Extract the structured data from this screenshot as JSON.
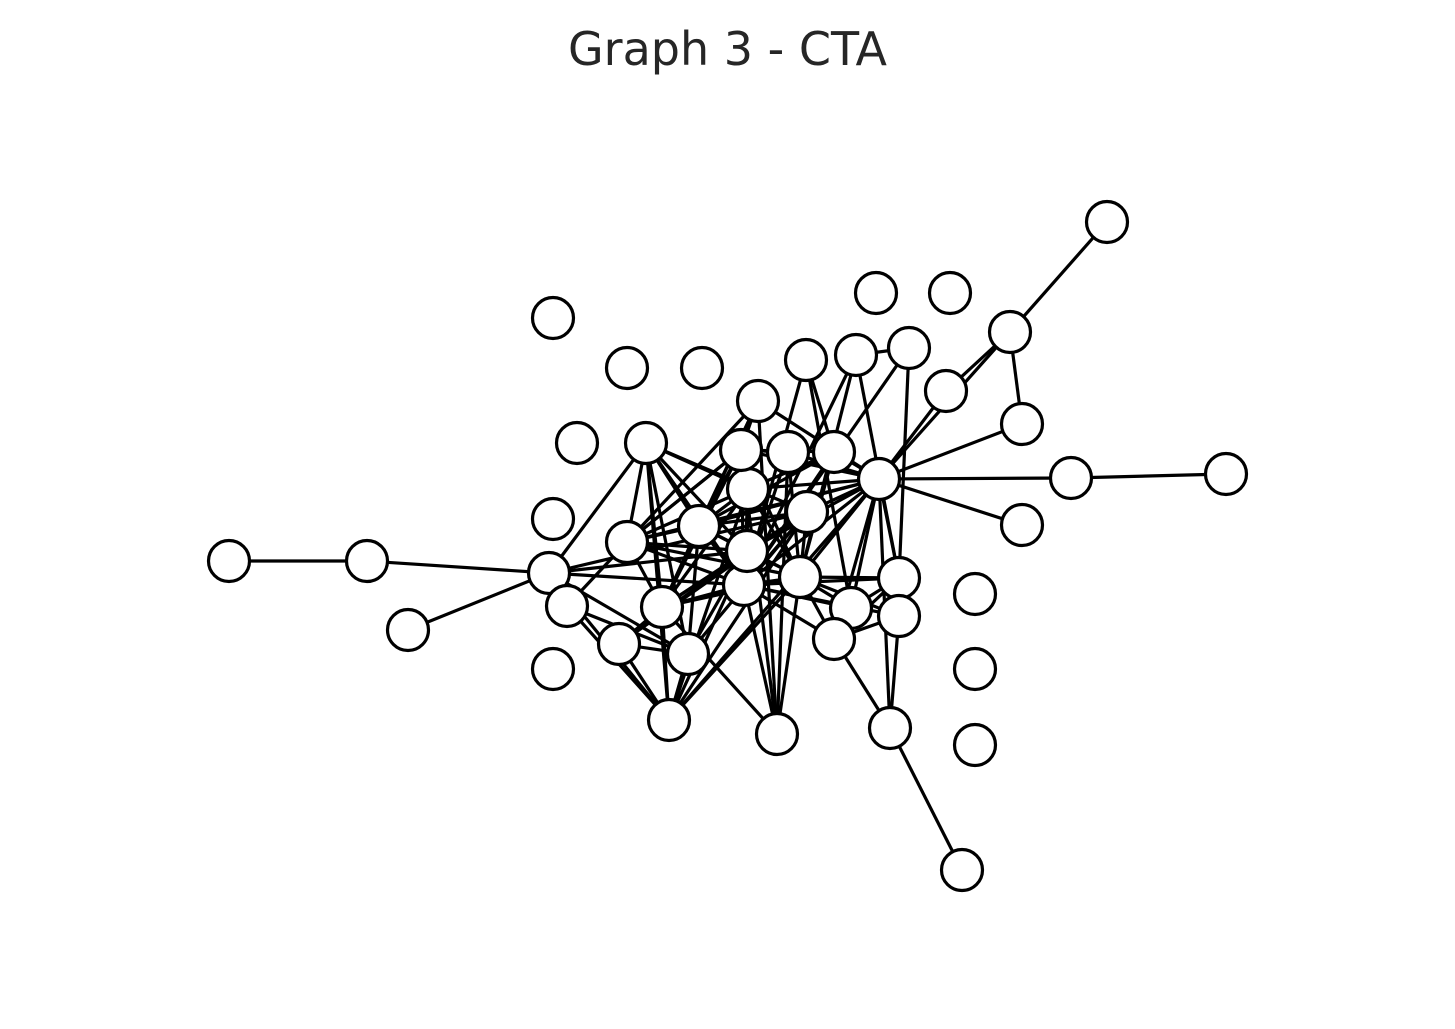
{
  "title": "Graph 3 - CTA",
  "nodes": [
    {
      "id": "a1"
    },
    {
      "id": "a2"
    },
    {
      "id": "a3"
    },
    {
      "id": "a4"
    },
    {
      "id": "a5"
    },
    {
      "id": "a6"
    },
    {
      "id": "a7"
    },
    {
      "id": "a8"
    },
    {
      "id": "a9"
    },
    {
      "id": "a10"
    },
    {
      "id": "a11"
    },
    {
      "id": "a12"
    },
    {
      "id": "a13"
    },
    {
      "id": "a14"
    },
    {
      "id": "a15"
    },
    {
      "id": "a16"
    },
    {
      "id": "a17"
    },
    {
      "id": "a18"
    },
    {
      "id": "a19"
    },
    {
      "id": "a20"
    },
    {
      "id": "a21"
    },
    {
      "id": "a22"
    },
    {
      "id": "a23"
    },
    {
      "id": "a24"
    },
    {
      "id": "a25"
    },
    {
      "id": "a26"
    },
    {
      "id": "a27"
    },
    {
      "id": "a28"
    },
    {
      "id": "a29"
    },
    {
      "id": "a30"
    },
    {
      "id": "a31"
    },
    {
      "id": "a32"
    },
    {
      "id": "a33"
    },
    {
      "id": "a34"
    },
    {
      "id": "a35"
    },
    {
      "id": "a36"
    },
    {
      "id": "a37"
    },
    {
      "id": "a38"
    },
    {
      "id": "a39"
    },
    {
      "id": "a40"
    },
    {
      "id": "a41"
    },
    {
      "id": "a42"
    },
    {
      "id": "a43"
    },
    {
      "id": "a44"
    },
    {
      "id": "a45"
    },
    {
      "id": "a46"
    },
    {
      "id": "a47"
    },
    {
      "id": "a48"
    },
    {
      "id": "a49"
    }
  ],
  "edges": [
    [
      "a1",
      "a2"
    ],
    [
      "a2",
      "a3"
    ],
    [
      "a4",
      "a3"
    ],
    [
      "a3",
      "a32"
    ],
    [
      "a3",
      "a33"
    ],
    [
      "a3",
      "a27"
    ],
    [
      "a3",
      "a25"
    ],
    [
      "a3",
      "a29"
    ],
    [
      "a3",
      "a34"
    ],
    [
      "a5",
      "a24"
    ],
    [
      "a5",
      "a25"
    ],
    [
      "a5",
      "a27"
    ],
    [
      "a6",
      "a29"
    ],
    [
      "a6",
      "a31"
    ],
    [
      "a6",
      "a24"
    ],
    [
      "a6",
      "a25"
    ],
    [
      "a6",
      "a26"
    ],
    [
      "a6",
      "a28"
    ],
    [
      "a6",
      "a32"
    ],
    [
      "a6",
      "a33"
    ],
    [
      "a6",
      "a7"
    ],
    [
      "a6",
      "a34"
    ],
    [
      "a6",
      "a35"
    ],
    [
      "a6",
      "a36"
    ],
    [
      "a6",
      "a30"
    ],
    [
      "a7",
      "a25"
    ],
    [
      "a7",
      "a27"
    ],
    [
      "a7",
      "a32"
    ],
    [
      "a7",
      "a33"
    ],
    [
      "a21",
      "a29"
    ],
    [
      "a21",
      "a24"
    ],
    [
      "a21",
      "a25"
    ],
    [
      "a21",
      "a26"
    ],
    [
      "a21",
      "a28"
    ],
    [
      "a21",
      "a30"
    ],
    [
      "a21",
      "a35"
    ],
    [
      "a21",
      "a36"
    ],
    [
      "a21",
      "a37"
    ],
    [
      "a21",
      "a38"
    ],
    [
      "a21",
      "a41"
    ],
    [
      "a21",
      "a42"
    ],
    [
      "a21",
      "a44"
    ],
    [
      "a21",
      "a46"
    ],
    [
      "a21",
      "a47"
    ],
    [
      "a21",
      "a48"
    ],
    [
      "a21",
      "a49"
    ],
    [
      "a21",
      "a32"
    ],
    [
      "a21",
      "a33"
    ],
    [
      "a46",
      "a47"
    ],
    [
      "a47",
      "a48"
    ],
    [
      "a38",
      "a39"
    ],
    [
      "a38",
      "a26"
    ],
    [
      "a38",
      "a28"
    ],
    [
      "a38",
      "a29"
    ],
    [
      "a38",
      "a30"
    ],
    [
      "a38",
      "a36"
    ],
    [
      "a37",
      "a36"
    ],
    [
      "a37",
      "a29"
    ],
    [
      "a37",
      "a30"
    ],
    [
      "a37",
      "a31"
    ],
    [
      "a35",
      "a36"
    ],
    [
      "a35",
      "a24"
    ],
    [
      "a35",
      "a31"
    ],
    [
      "a35",
      "a26"
    ],
    [
      "a36",
      "a24"
    ],
    [
      "a36",
      "a26"
    ],
    [
      "a36",
      "a28"
    ],
    [
      "a36",
      "a29"
    ],
    [
      "a36",
      "a30"
    ],
    [
      "a36",
      "a31"
    ],
    [
      "a36",
      "a37"
    ],
    [
      "a36",
      "a24"
    ],
    [
      "a24",
      "a26"
    ],
    [
      "a24",
      "a28"
    ],
    [
      "a24",
      "a29"
    ],
    [
      "a24",
      "a30"
    ],
    [
      "a24",
      "a32"
    ],
    [
      "a24",
      "a34"
    ],
    [
      "a26",
      "a28"
    ],
    [
      "a26",
      "a29"
    ],
    [
      "a26",
      "a30"
    ],
    [
      "a26",
      "a32"
    ],
    [
      "a26",
      "a33"
    ],
    [
      "a26",
      "a34"
    ],
    [
      "a26",
      "a27"
    ],
    [
      "a28",
      "a29"
    ],
    [
      "a28",
      "a30"
    ],
    [
      "a28",
      "a25"
    ],
    [
      "a28",
      "a32"
    ],
    [
      "a28",
      "a34"
    ],
    [
      "a29",
      "a30"
    ],
    [
      "a29",
      "a31"
    ],
    [
      "a29",
      "a32"
    ],
    [
      "a29",
      "a33"
    ],
    [
      "a29",
      "a34"
    ],
    [
      "a29",
      "a40"
    ],
    [
      "a29",
      "a41"
    ],
    [
      "a29",
      "a42"
    ],
    [
      "a29",
      "a44"
    ],
    [
      "a29",
      "a45"
    ],
    [
      "a30",
      "a40"
    ],
    [
      "a30",
      "a41"
    ],
    [
      "a30",
      "a42"
    ],
    [
      "a30",
      "a44"
    ],
    [
      "a30",
      "a45"
    ],
    [
      "a30",
      "a25"
    ],
    [
      "a30",
      "a32"
    ],
    [
      "a30",
      "a33"
    ],
    [
      "a30",
      "a31"
    ],
    [
      "a25",
      "a27"
    ],
    [
      "a25",
      "a32"
    ],
    [
      "a25",
      "a33"
    ],
    [
      "a25",
      "a34"
    ],
    [
      "a27",
      "a32"
    ],
    [
      "a27",
      "a33"
    ],
    [
      "a27",
      "a34"
    ],
    [
      "a32",
      "a33"
    ],
    [
      "a32",
      "a34"
    ],
    [
      "a33",
      "a34"
    ],
    [
      "a40",
      "a41"
    ],
    [
      "a40",
      "a43"
    ],
    [
      "a41",
      "a42"
    ],
    [
      "a41",
      "a43"
    ],
    [
      "a41",
      "a44"
    ],
    [
      "a42",
      "a44"
    ],
    [
      "a42",
      "a39"
    ],
    [
      "a44",
      "a45"
    ],
    [
      "a44",
      "a49"
    ],
    [
      "a45",
      "a49"
    ],
    [
      "a43",
      "a29"
    ],
    [
      "a39",
      "a29"
    ]
  ]
}
